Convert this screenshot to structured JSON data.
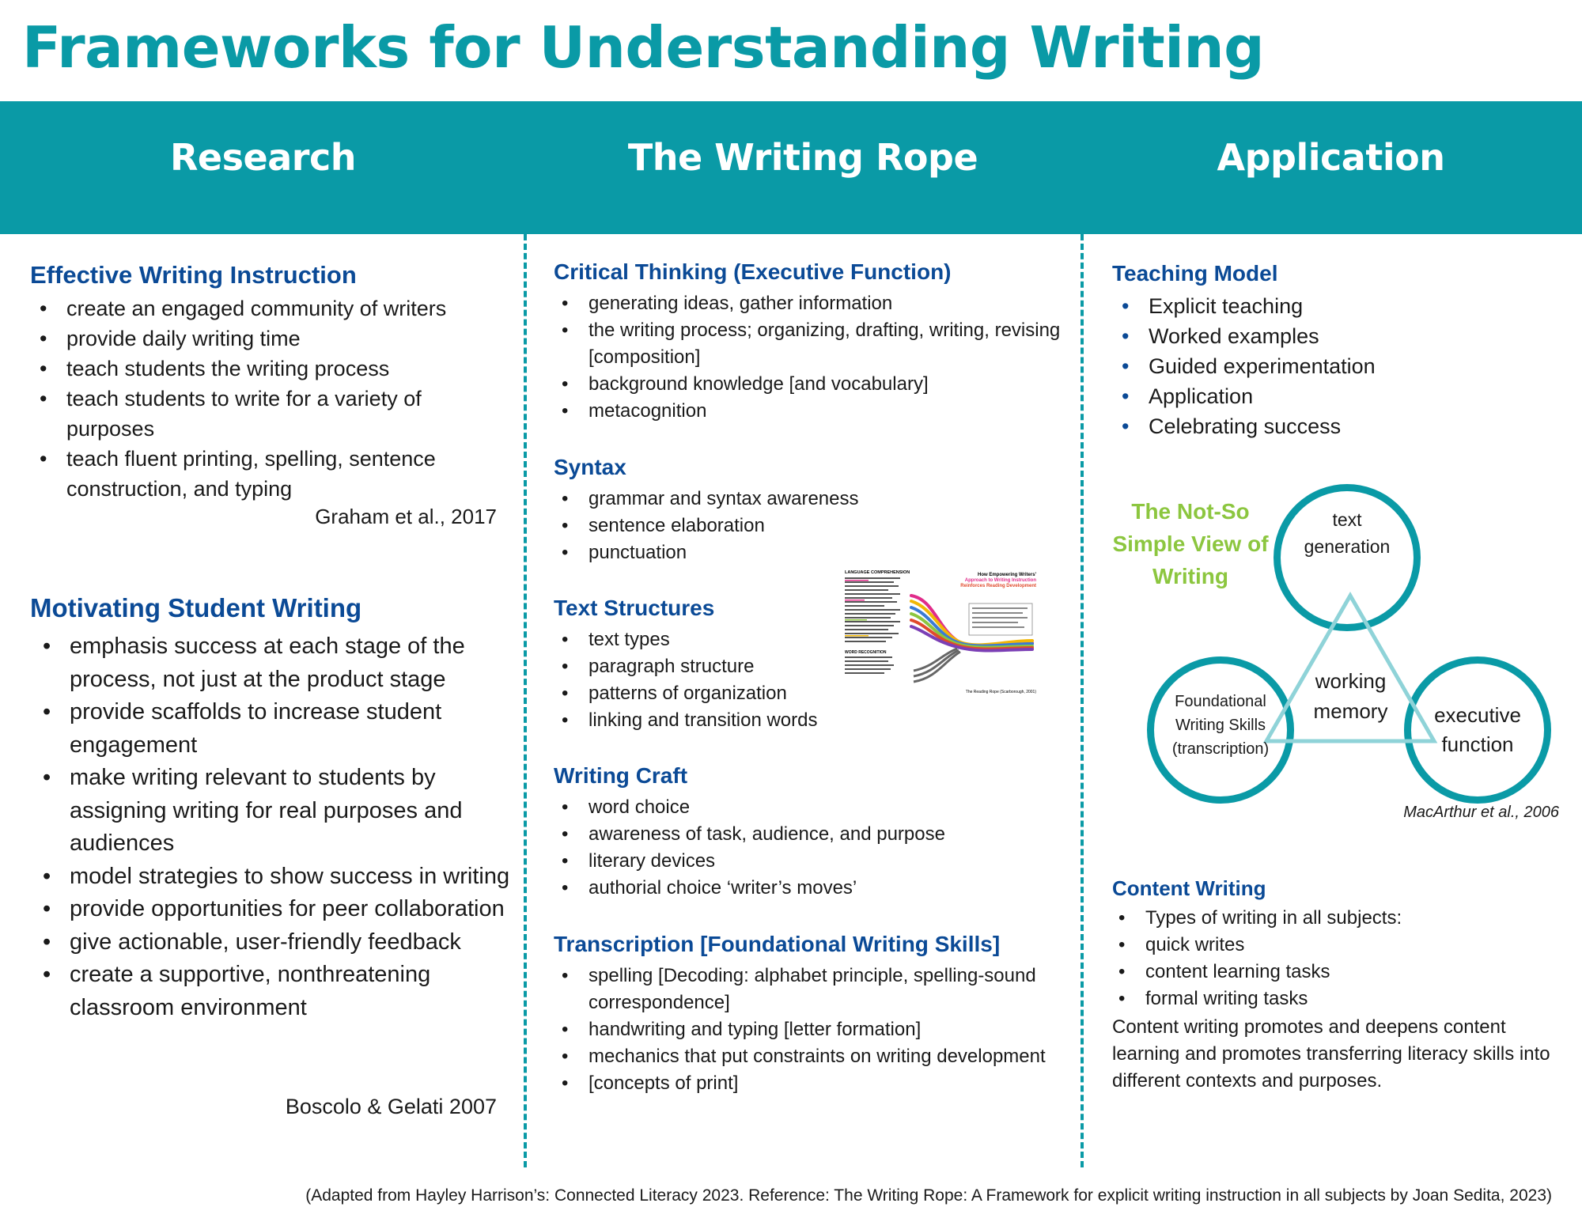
{
  "title": "Frameworks for Understanding Writing",
  "header": {
    "research": "Research",
    "rope": "The Writing Rope",
    "application": "Application"
  },
  "research": {
    "effective": {
      "title": "Effective Writing Instruction",
      "items": [
        "create an engaged community of writers",
        "provide daily writing time",
        "teach students the writing process",
        "teach students to write for a variety of purposes",
        "teach fluent printing, spelling, sentence construction, and typing"
      ],
      "citation": "Graham et al., 2017"
    },
    "motivating": {
      "title": "Motivating Student Writing",
      "items": [
        "emphasis success at each stage of the process, not just at the product stage",
        "provide scaffolds to increase student engagement",
        "make writing relevant to students by assigning writing for real purposes and audiences",
        "model strategies to show success in writing",
        "provide opportunities for peer collaboration",
        "give actionable, user-friendly feedback",
        "create a supportive, nonthreatening classroom environment"
      ],
      "citation": "Boscolo & Gelati 2007"
    }
  },
  "rope": {
    "critical": {
      "title": "Critical Thinking (Executive Function)",
      "items": [
        "generating ideas, gather information",
        "the writing process; organizing, drafting, writing, revising [composition]",
        "background knowledge [and vocabulary]",
        "metacognition"
      ]
    },
    "syntax": {
      "title": "Syntax",
      "items": [
        "grammar and syntax awareness",
        "sentence elaboration",
        "punctuation"
      ]
    },
    "text_structures": {
      "title": "Text Structures",
      "items": [
        "text types",
        "paragraph structure",
        "patterns of organization",
        "linking and transition words"
      ]
    },
    "craft": {
      "title": "Writing Craft",
      "items": [
        "word choice",
        "awareness of task, audience, and purpose",
        "literary devices",
        "authorial choice ‘writer’s moves’"
      ]
    },
    "transcription": {
      "title": "Transcription [Foundational Writing Skills]",
      "items": [
        "spelling [Decoding: alphabet principle, spelling-sound correspondence]",
        "handwriting and typing [letter formation]",
        "mechanics that put constraints on writing development",
        "[concepts of print]"
      ]
    },
    "thumbnail": {
      "header_left": "LANGUAGE COMPREHENSION",
      "header_right_1": "How Empowering Writers'",
      "header_right_2": "Approach to Writing Instruction",
      "header_right_3": "Reinforces Reading Development",
      "lower_label": "WORD RECOGNITION",
      "caption": "The Reading Rope (Scarborough, 2001)"
    }
  },
  "application": {
    "teaching": {
      "title": "Teaching Model",
      "items": [
        "Explicit teaching",
        "Worked examples",
        "Guided experimentation",
        "Application",
        "Celebrating success"
      ]
    },
    "venn": {
      "title": "The Not-So Simple View of Writing",
      "top": "text generation",
      "left": "Foundational Writing Skills (transcription)",
      "right": "executive function",
      "center": "working memory",
      "citation": "MacArthur et al., 2006",
      "colors": {
        "circle": "#0a9aa6",
        "triangle": "#8fd3d8",
        "title": "#8cc63f"
      }
    },
    "content": {
      "title": "Content Writing",
      "items": [
        "Types of writing in all subjects:",
        "quick writes",
        "content learning tasks",
        "formal writing tasks"
      ],
      "paragraph": "Content writing promotes and deepens content learning and promotes transferring literacy skills into different contexts and purposes."
    }
  },
  "footer": "(Adapted from Hayley Harrison’s: Connected Literacy 2023. Reference: The Writing Rope: A Framework for explicit writing instruction in all subjects by Joan Sedita, 2023)",
  "colors": {
    "teal": "#0a9aa6",
    "heading_blue": "#0b4a96",
    "green": "#8cc63f"
  }
}
